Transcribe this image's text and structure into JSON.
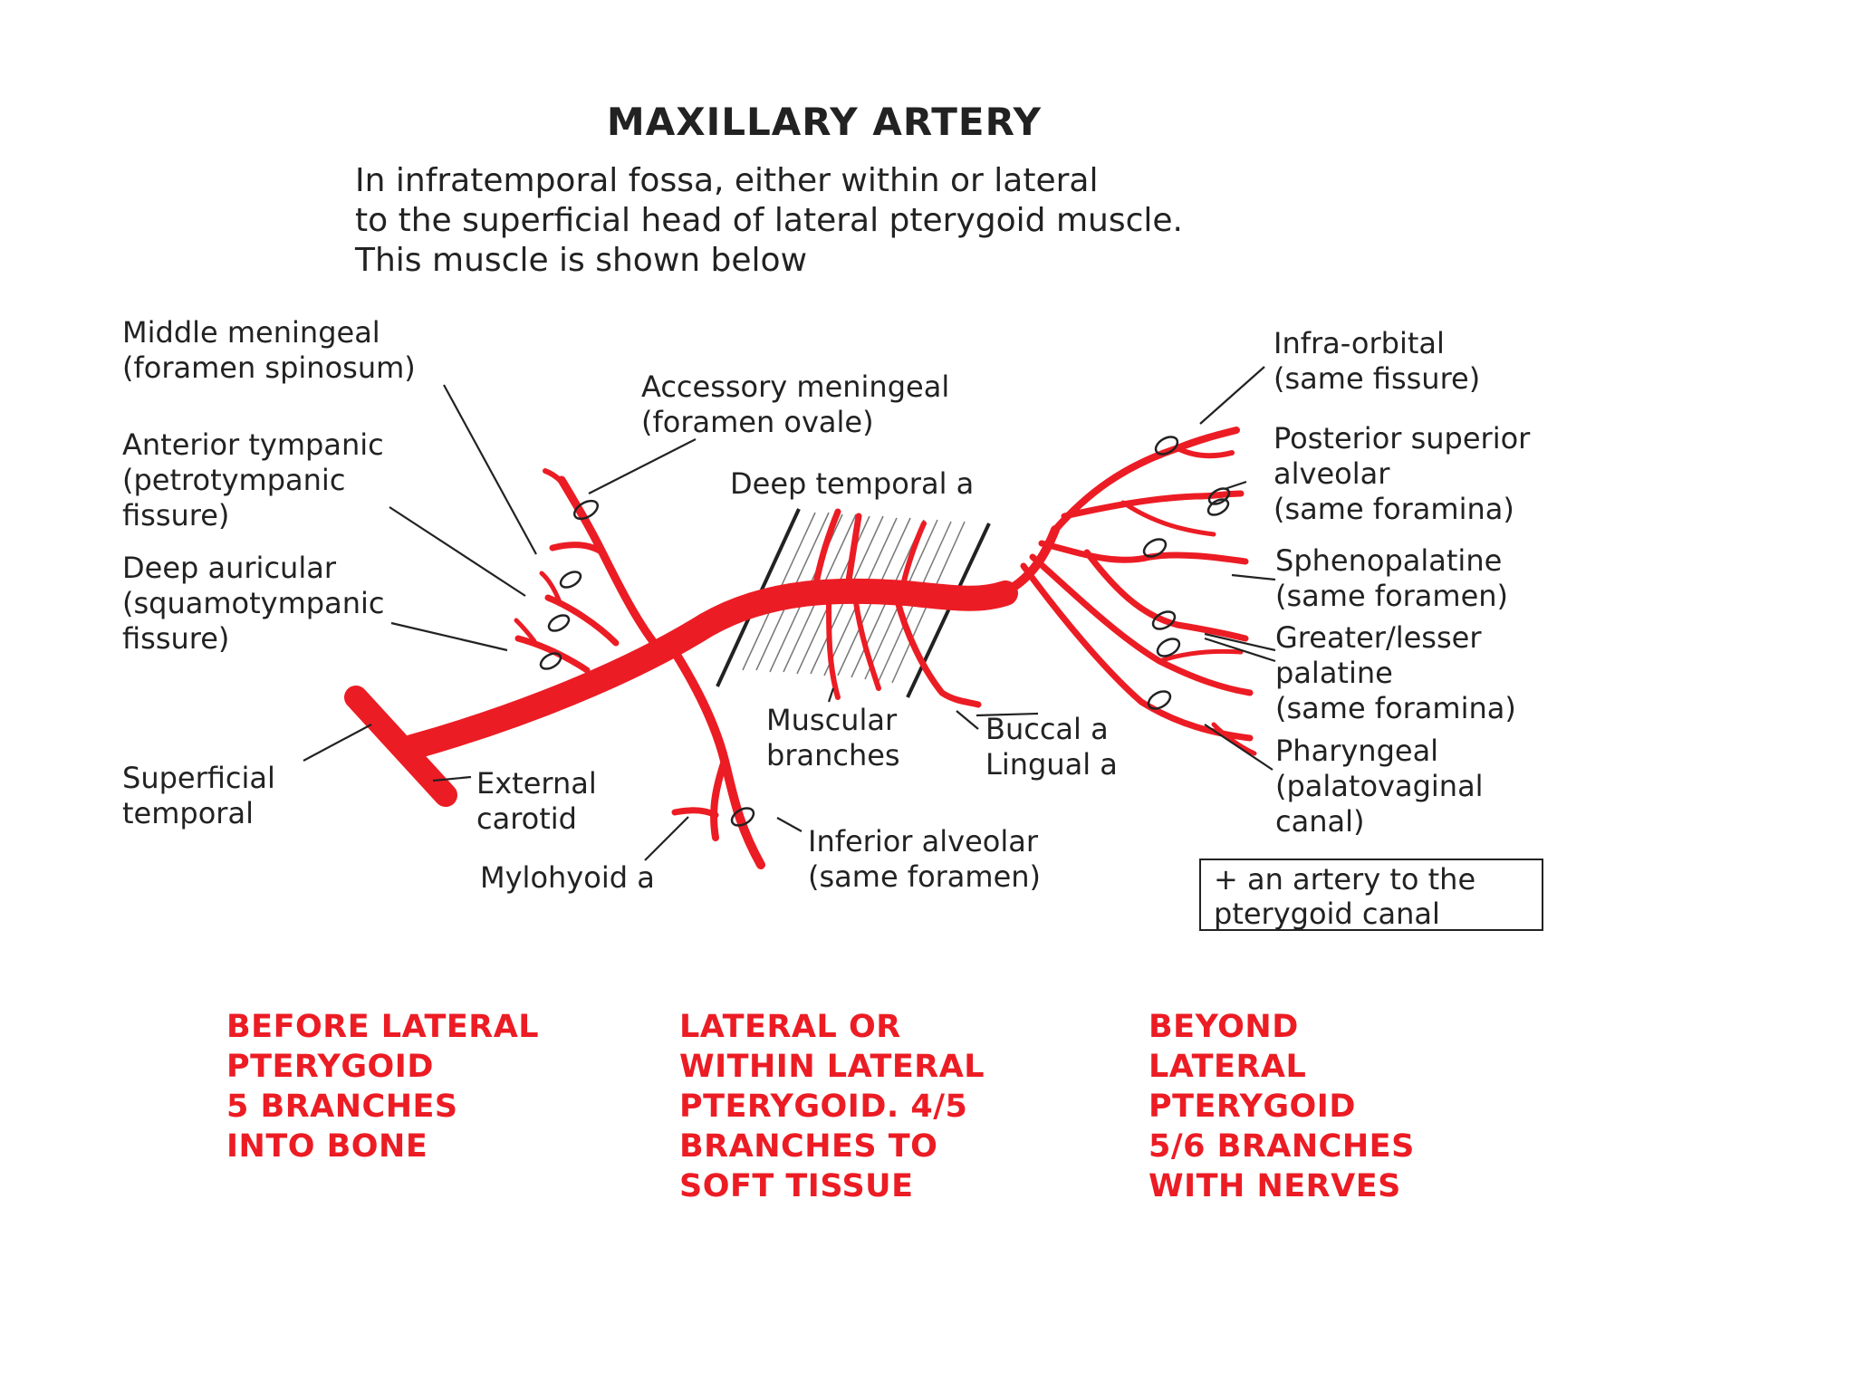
{
  "title": "MAXILLARY ARTERY",
  "subtitle": [
    "In  infratemporal fossa, either within or lateral",
    "to the superficial head of lateral pterygoid muscle.",
    "This muscle is shown below"
  ],
  "labels": {
    "middle_meningeal": [
      "Middle meningeal",
      "(foramen spinosum)"
    ],
    "anterior_tympanic": [
      "Anterior tympanic",
      "(petrotympanic",
      "fissure)"
    ],
    "deep_auricular": [
      "Deep auricular",
      "(squamotympanic",
      "fissure)"
    ],
    "superficial_temporal": [
      "Superficial",
      "temporal"
    ],
    "external_carotid": [
      "External",
      "carotid"
    ],
    "mylohyoid": [
      "Mylohyoid a"
    ],
    "accessory_meningeal": [
      "Accessory meningeal",
      "(foramen ovale)"
    ],
    "deep_temporal": [
      "Deep temporal a"
    ],
    "muscular_branches": [
      "Muscular",
      "branches"
    ],
    "buccal_lingual": [
      "Buccal a",
      "Lingual a"
    ],
    "inferior_alveolar": [
      "Inferior alveolar",
      "(same foramen)"
    ],
    "infra_orbital": [
      "Infra-orbital",
      "(same fissure)"
    ],
    "posterior_superior_alveolar": [
      "Posterior superior",
      "alveolar",
      "(same foramina)"
    ],
    "sphenopalatine": [
      "Sphenopalatine",
      "(same  foramen)"
    ],
    "palatine": [
      "Greater/lesser",
      "palatine",
      "(same foramina)"
    ],
    "pharyngeal": [
      "Pharyngeal",
      "(palatovaginal",
      "canal)"
    ]
  },
  "note_box": [
    "+ an artery to the",
    "pterygoid canal"
  ],
  "summaries": [
    [
      "BEFORE LATERAL",
      "PTERYGOID",
      "5 BRANCHES",
      "INTO BONE"
    ],
    [
      "LATERAL OR",
      "WITHIN LATERAL",
      "PTERYGOID. 4/5",
      "BRANCHES TO",
      "SOFT TISSUE"
    ],
    [
      "BEYOND",
      "LATERAL",
      "PTERYGOID",
      "5/6 BRANCHES",
      "WITH NERVES"
    ]
  ],
  "colors": {
    "artery": "#ec1c24",
    "summary_text": "#ec1c24",
    "text": "#222222"
  }
}
